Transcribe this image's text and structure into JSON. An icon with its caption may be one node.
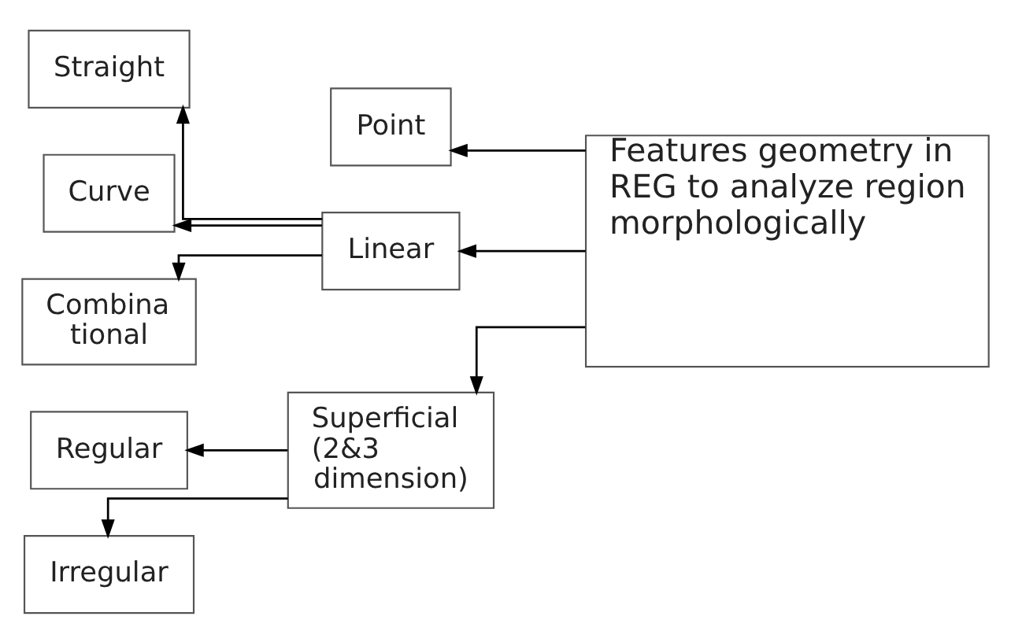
{
  "diagram": {
    "nodes": [
      {
        "text": [
          "Features geometry in REG to analyze region morphologically"
        ]
      },
      {
        "text": [
          "Point"
        ]
      },
      {
        "text": [
          "Linear"
        ]
      },
      {
        "text": [
          "Superficial (2&3 dimension)"
        ]
      },
      {
        "text": [
          "Straight"
        ]
      },
      {
        "text": [
          "Curve"
        ]
      },
      {
        "text": [
          "Combina tional"
        ]
      },
      {
        "text": [
          "Regular"
        ]
      },
      {
        "text": [
          "Irregular"
        ]
      }
    ],
    "edges": [
      {
        "from": 0,
        "to": 1,
        "arrow": "to"
      },
      {
        "from": 0,
        "to": 2,
        "arrow": "to"
      },
      {
        "from": 0,
        "to": 3,
        "arrow": "to"
      },
      {
        "from": 2,
        "to": 4,
        "arrow": "to"
      },
      {
        "from": 2,
        "to": 5,
        "arrow": "to"
      },
      {
        "from": 2,
        "to": 6,
        "arrow": "to"
      },
      {
        "from": 3,
        "to": 7,
        "arrow": "to"
      },
      {
        "from": 3,
        "to": 8,
        "arrow": "to"
      }
    ]
  }
}
